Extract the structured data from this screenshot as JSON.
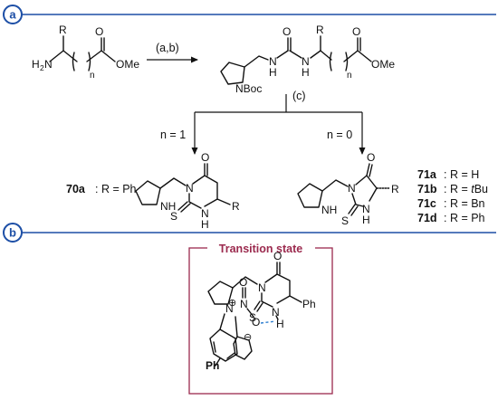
{
  "sections": {
    "a": {
      "badge": "a"
    },
    "b": {
      "badge": "b"
    }
  },
  "reagents": {
    "step1": "(a,b)",
    "step2": "(c)"
  },
  "branches": {
    "left_condition": "n = 1",
    "right_condition": "n = 0"
  },
  "starting_material": {
    "R": "R",
    "amine": "H",
    "amine_N": "N",
    "amine_sub": "2",
    "n": "n",
    "ester": "OMe"
  },
  "intermediate": {
    "O": "O",
    "NH_left": "H",
    "NH_left_N": "N",
    "NH_right": "H",
    "NH_right_N": "N",
    "R": "R",
    "n": "n",
    "O_ester": "O",
    "ester": "OMe",
    "boc": "NBoc"
  },
  "product_70": {
    "id": "70a",
    "desc": ": R = Ph",
    "O": "O",
    "N": "N",
    "NH_ring": "NH",
    "S": "S",
    "NH": "H",
    "NH_N": "N",
    "R": "R"
  },
  "product_71": {
    "O": "O",
    "N": "N",
    "NH_ring": "NH",
    "S": "S",
    "NH": "H",
    "NH_N": "N",
    "R": "R",
    "labels": [
      {
        "id": "71a",
        "desc": ": R = H"
      },
      {
        "id": "71b",
        "desc": ": R = ",
        "italic": "t",
        "tail": "Bu"
      },
      {
        "id": "71c",
        "desc": ": R = Bn"
      },
      {
        "id": "71d",
        "desc": ": R = Ph"
      }
    ]
  },
  "transition_state": {
    "title": "Transition state",
    "O": "O",
    "N_ring": "N",
    "N_nitro": "N",
    "nitro_O_top": "O",
    "nitro_O": "O",
    "plus": "⊕",
    "minus": "⊖",
    "S": "S",
    "NH_N": "N",
    "H": "H",
    "Ph": "Ph",
    "Ph_bottom": "Ph"
  },
  "colors": {
    "section_blue": "#1d4fa6",
    "ts_border": "#9b2a4e",
    "hbond": "#2f7fd0"
  }
}
